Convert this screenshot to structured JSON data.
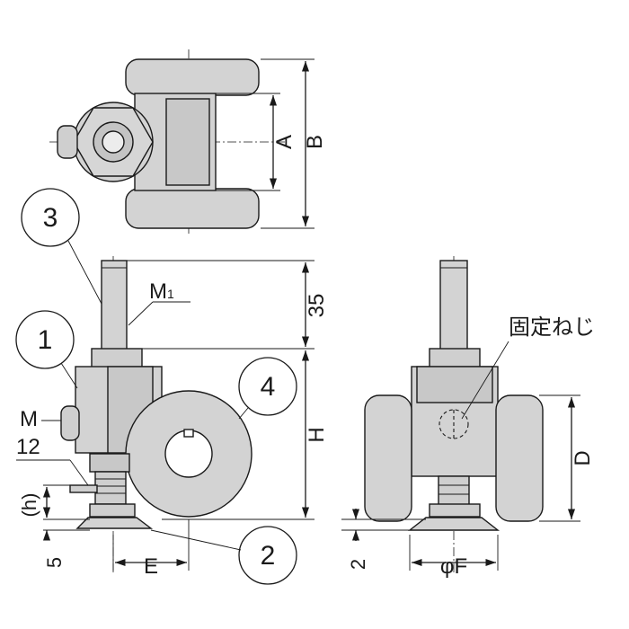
{
  "callouts": {
    "c1": "1",
    "c2": "2",
    "c3": "3",
    "c4": "4"
  },
  "dims": {
    "A": "A",
    "B": "B",
    "D": "D",
    "E": "E",
    "F": "φF",
    "H": "H",
    "h": "(h)",
    "thirty_five": "35",
    "five": "5",
    "two": "2",
    "twelve": "12",
    "M": "M",
    "M1_main": "M",
    "M1_sub": "1"
  },
  "notes": {
    "fixing_screw": "固定ねじ"
  },
  "colors": {
    "body": "#d3d3d3",
    "shadow": "#bdbdbd",
    "line": "#1a1a1a"
  }
}
